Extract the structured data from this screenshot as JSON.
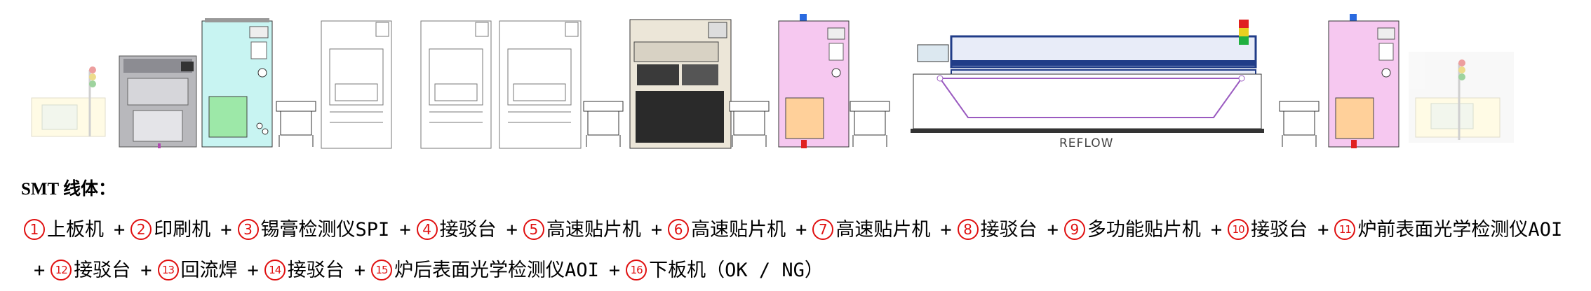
{
  "heading": "SMT 线体：",
  "reflow_label": "REFLOW",
  "separator": "+",
  "steps": [
    {
      "num": "1",
      "label": "上板机"
    },
    {
      "num": "2",
      "label": "印刷机"
    },
    {
      "num": "3",
      "label": "锡膏检测仪SPI"
    },
    {
      "num": "4",
      "label": "接驳台"
    },
    {
      "num": "5",
      "label": "高速贴片机"
    },
    {
      "num": "6",
      "label": "高速贴片机"
    },
    {
      "num": "7",
      "label": "高速贴片机"
    },
    {
      "num": "8",
      "label": "接驳台"
    },
    {
      "num": "9",
      "label": "多功能贴片机"
    },
    {
      "num": "10",
      "label": "接驳台"
    },
    {
      "num": "11",
      "label": "炉前表面光学检测仪AOI"
    },
    {
      "num": "12",
      "label": "接驳台"
    },
    {
      "num": "13",
      "label": "回流焊"
    },
    {
      "num": "14",
      "label": "接驳台"
    },
    {
      "num": "15",
      "label": "炉后表面光学检测仪AOI"
    },
    {
      "num": "16",
      "label": "下板机（OK / NG）"
    }
  ],
  "colors": {
    "cyan_machine": "#c8f4f2",
    "pink_machine": "#f6c8f0",
    "orange_panel": "#ffd09a",
    "reflow_blue": "#203c88",
    "number_red": "#e01010"
  }
}
